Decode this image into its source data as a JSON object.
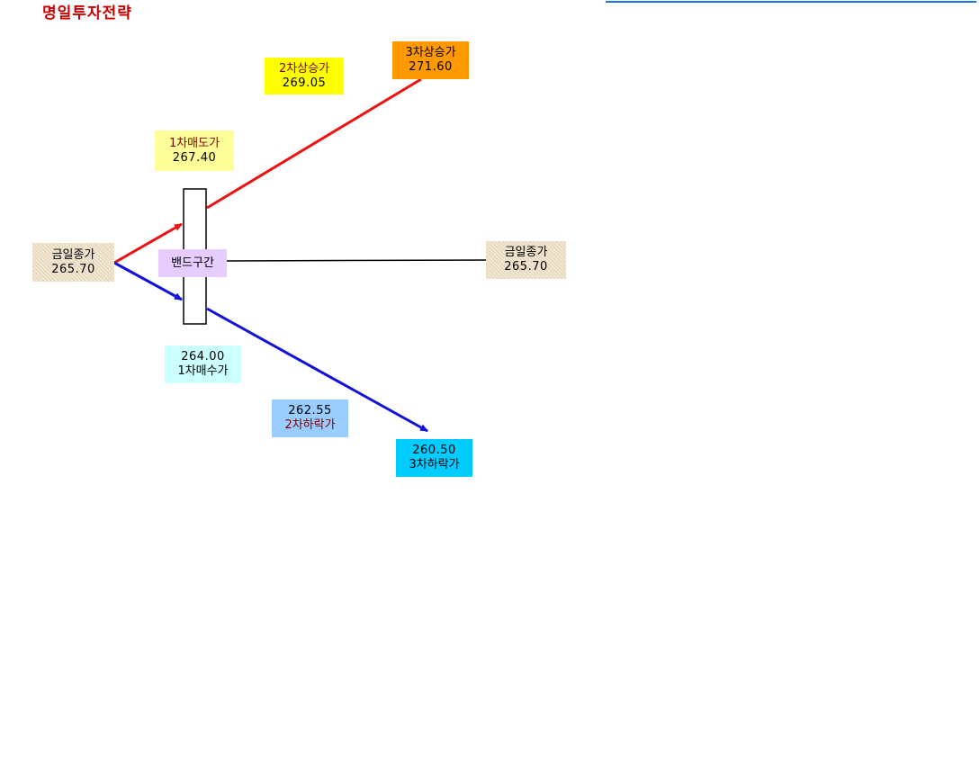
{
  "title": "명일투자전략",
  "band_label": "밴드구간",
  "close_left": {
    "label": "금일종가",
    "value": "265.70"
  },
  "close_right": {
    "label": "금일종가",
    "value": "265.70"
  },
  "sell1": {
    "label": "1차매도가",
    "value": "267.40"
  },
  "up2": {
    "label": "2차상승가",
    "value": "269.05"
  },
  "up3": {
    "label": "3차상승가",
    "value": "271.60"
  },
  "buy1": {
    "label": "1차매수가",
    "value": "264.00"
  },
  "down2": {
    "label": "2차하락가",
    "value": "262.55"
  },
  "down3": {
    "label": "3차하락가",
    "value": "260.50"
  },
  "colors": {
    "title": "#cc0000",
    "up_line": "#ee1111",
    "down_line": "#1111dd",
    "flat_line": "#000000",
    "sell1_bg": "#ffff99",
    "up2_bg": "#ffff00",
    "up3_bg": "#ff9900",
    "buy1_bg": "#ccffff",
    "down2_bg": "#99ccff",
    "down3_bg": "#00ccff",
    "band_bg": "#e6ccff",
    "close_bg": "#f1e7d3"
  }
}
